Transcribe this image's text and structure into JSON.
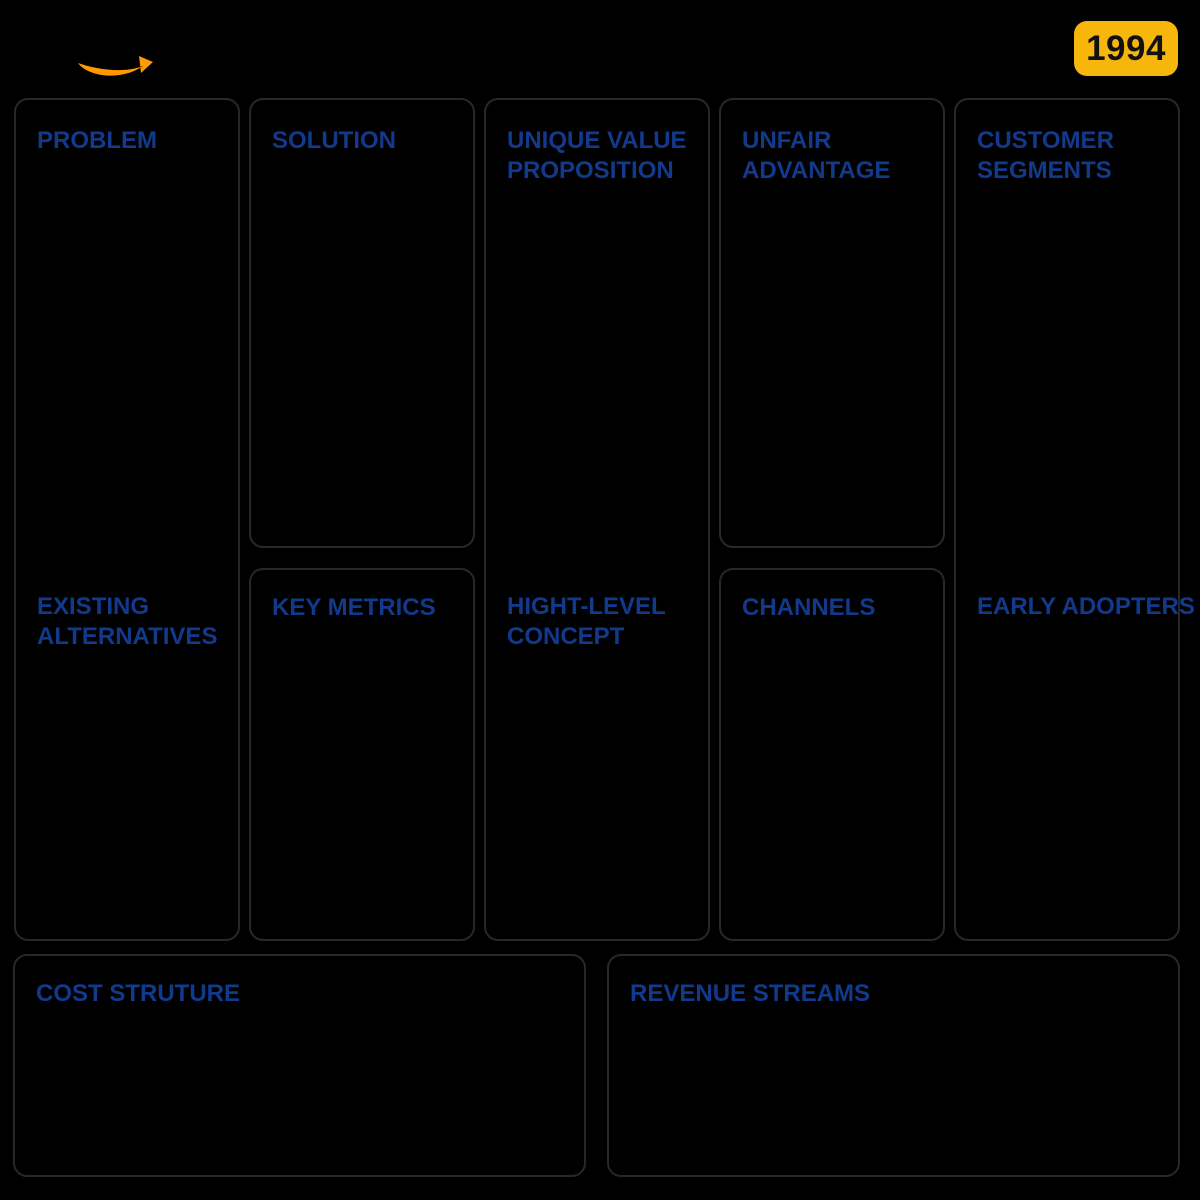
{
  "theme": {
    "background": "#000000",
    "heading_color": "#113A8D",
    "box_border_color": "#282828",
    "smile_color": "#FF9900",
    "badge_bg": "#F6B60B",
    "badge_text_color": "#111111"
  },
  "header": {
    "logo_name": "amazon-smile",
    "year_badge": "1994"
  },
  "canvas": {
    "problem": "PROBLEM",
    "existing_alternatives": "EXISTING\nALTERNATIVES",
    "solution": "SOLUTION",
    "key_metrics": "KEY METRICS",
    "unique_value_proposition": "UNIQUE VALUE\nPROPOSITION",
    "high_level_concept": "HIGHT-LEVEL\nCONCEPT",
    "unfair_advantage": "UNFAIR\nADVANTAGE",
    "channels": "CHANNELS",
    "customer_segments": "CUSTOMER\nSEGMENTS",
    "early_adopters": "EARLY ADOPTERS",
    "cost_structure": "COST STRUTURE",
    "revenue_streams": "REVENUE STREAMS"
  }
}
